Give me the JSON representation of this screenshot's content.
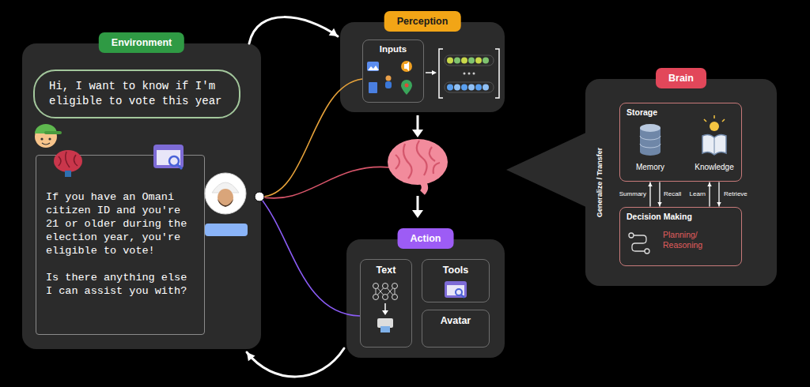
{
  "diagram": {
    "nodes": [
      {
        "text": [
          "Environment"
        ]
      },
      {
        "text": [
          "Hi, I want to know if I'm eligible to vote this year"
        ],
        "in": 0
      },
      {
        "text": [
          "If you have an Omani citizen ID and you're 21 or older during the election year, you're eligible to vote!",
          "Is there anything else I can assist you with?"
        ],
        "in": 0
      },
      {
        "text": [
          "Perception"
        ]
      },
      {
        "text": [
          "Inputs"
        ],
        "in": 3
      },
      {
        "text": [
          "Action"
        ]
      },
      {
        "text": [
          "Text"
        ],
        "in": 5
      },
      {
        "text": [
          "Tools"
        ],
        "in": 5
      },
      {
        "text": [
          "Avatar"
        ],
        "in": 5
      },
      {
        "text": [
          "Brain"
        ]
      },
      {
        "text": [
          "Storage"
        ],
        "in": 9
      },
      {
        "text": [
          "Decision Making",
          "Planning/ Reasoning"
        ],
        "in": 9
      }
    ],
    "edges": [
      {
        "from": 0,
        "to": 3,
        "arrow": "to"
      },
      {
        "from": 5,
        "to": 0,
        "arrow": "to"
      },
      {
        "from": 11,
        "to": 10,
        "label": "Summary",
        "arrow": "to"
      },
      {
        "from": 10,
        "to": 11,
        "label": "Recall",
        "arrow": "to"
      },
      {
        "from": 11,
        "to": 10,
        "label": "Learn",
        "arrow": "to"
      },
      {
        "from": 10,
        "to": 11,
        "label": "Retrieve",
        "arrow": "to"
      }
    ],
    "labels": [
      "Memory",
      "Knowledge",
      "Generalize / Transfer"
    ]
  }
}
